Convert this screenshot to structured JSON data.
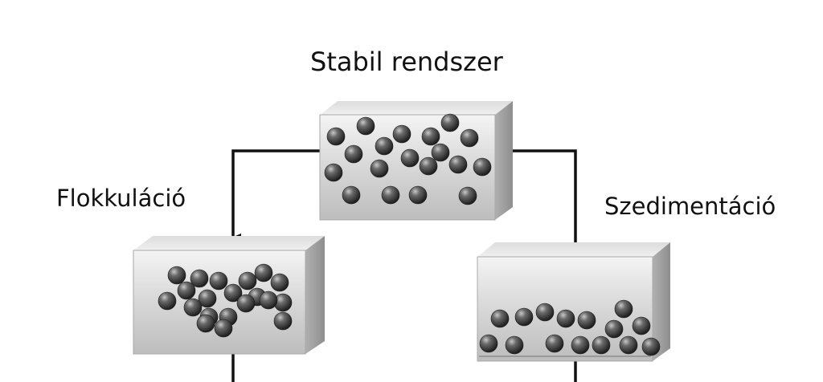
{
  "labels": {
    "title": "Stabil rendszer",
    "flocculation": "Flokkuláció",
    "sedimentation": "Szedimentáció"
  },
  "colors": {
    "text": "#111111",
    "arrow": "#111111",
    "box_front": "#d2d2d2",
    "box_top": "#e8e8e8",
    "box_side": "#b5b5b5",
    "particle": "#3c3c3c"
  },
  "icons": [
    "particle-sphere",
    "arrow-down"
  ]
}
